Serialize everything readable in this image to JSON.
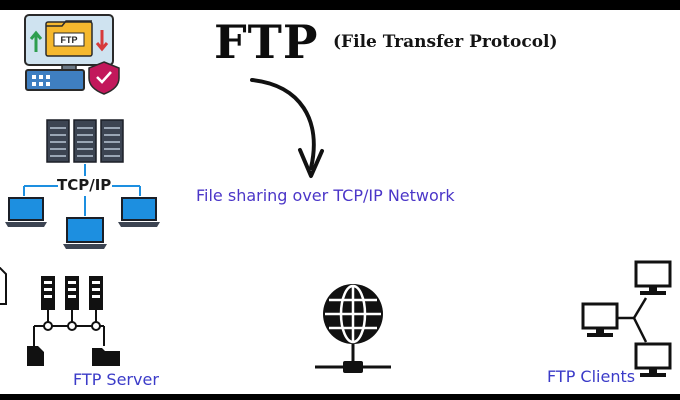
{
  "title": "FTP",
  "subtitle": "(File Transfer Protocol)",
  "caption": "File sharing over TCP/IP Network",
  "network": {
    "protocol_label": "TCP/IP",
    "server_label": "FTP Server",
    "clients_label": "FTP Clients",
    "app_icon_label": "FTP"
  },
  "colors": {
    "caption": "#4b36c8",
    "labels": "#3b3bc8",
    "monitor_blue": "#1d8fe0",
    "server_dark": "#3c4452",
    "shield": "#c2185b"
  }
}
